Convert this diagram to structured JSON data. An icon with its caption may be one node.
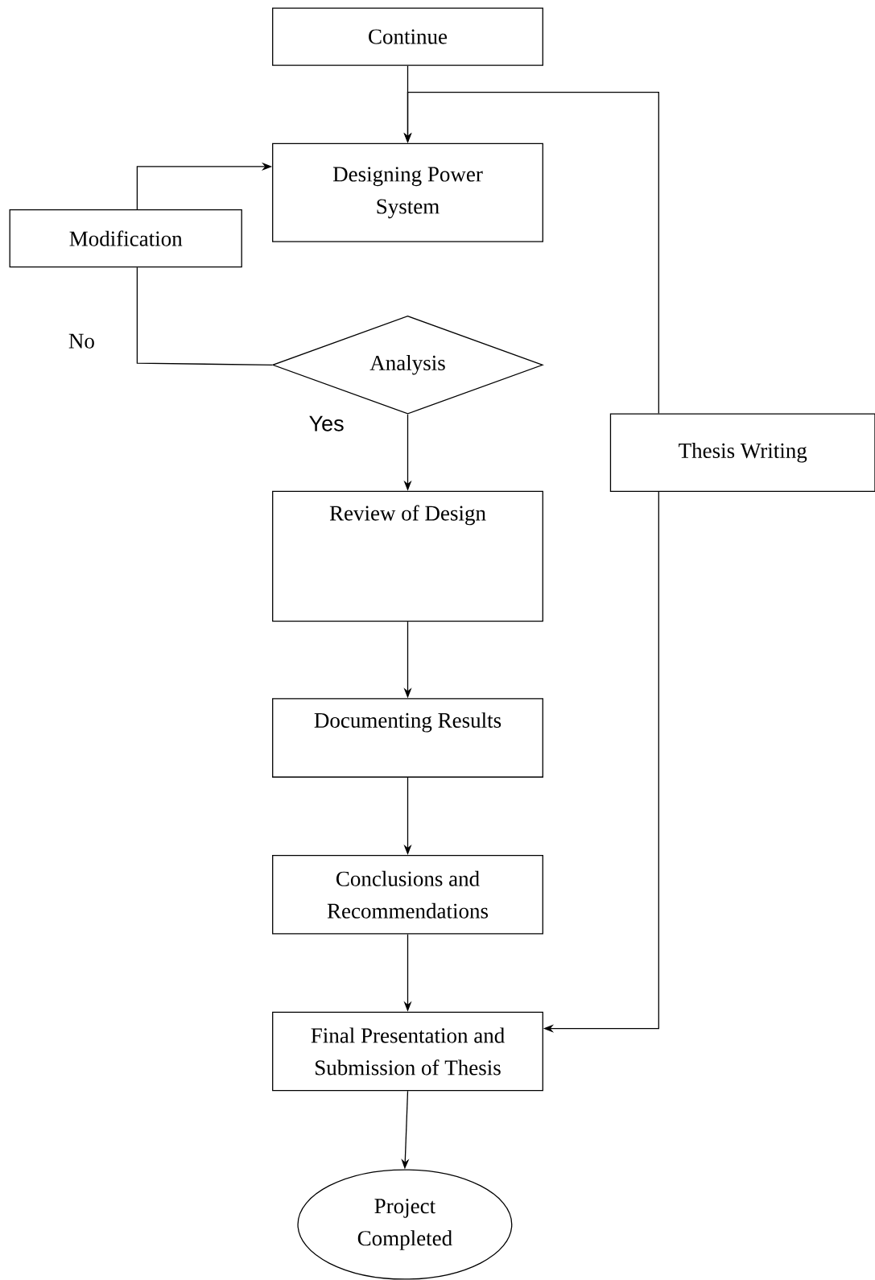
{
  "diagram": {
    "nodes": [
      {
        "text": [
          "Continue"
        ]
      },
      {
        "text": [
          "Designing Power System"
        ]
      },
      {
        "text": [
          "Modification"
        ]
      },
      {
        "text": [
          "Analysis"
        ]
      },
      {
        "text": [
          "Review of Design"
        ]
      },
      {
        "text": [
          "Documenting Results"
        ]
      },
      {
        "text": [
          "Conclusions and Recommendations"
        ]
      },
      {
        "text": [
          "Final Presentation and Submission of Thesis"
        ]
      },
      {
        "text": [
          "Project Completed"
        ]
      },
      {
        "text": [
          "Thesis Writing"
        ]
      }
    ],
    "edges": [
      {
        "from": 0,
        "to": 1,
        "arrow": "to"
      },
      {
        "from": 9,
        "to": 1,
        "arrow": "to"
      },
      {
        "from": 2,
        "to": 1,
        "arrow": "to"
      },
      {
        "from": 3,
        "to": 2,
        "arrow": "none",
        "label": "No"
      },
      {
        "from": 3,
        "to": 4,
        "arrow": "to",
        "label": "Yes"
      },
      {
        "from": 4,
        "to": 5,
        "arrow": "to"
      },
      {
        "from": 5,
        "to": 6,
        "arrow": "to"
      },
      {
        "from": 6,
        "to": 7,
        "arrow": "to"
      },
      {
        "from": 7,
        "to": 8,
        "arrow": "to"
      },
      {
        "from": 9,
        "to": 7,
        "arrow": "to"
      }
    ]
  }
}
